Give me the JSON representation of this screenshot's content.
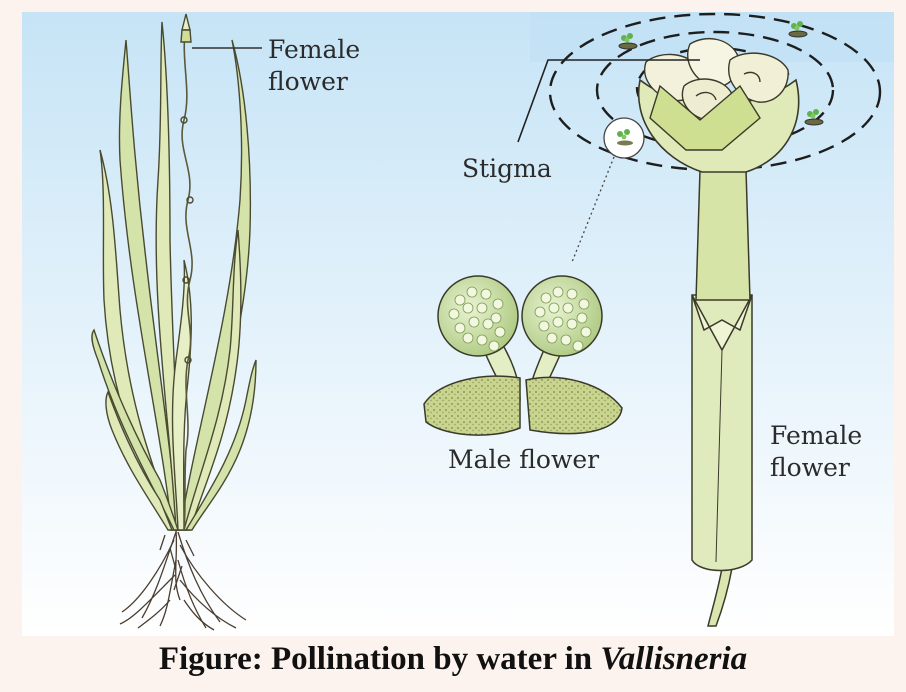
{
  "labels": {
    "female_flower_top_line1": "Female",
    "female_flower_top_line2": "flower",
    "stigma": "Stigma",
    "male_flower": "Male flower",
    "female_flower_right_line1": "Female",
    "female_flower_right_line2": "flower"
  },
  "caption": {
    "prefix": "Figure: Pollination by water in ",
    "genus": "Vallisneria"
  },
  "colors": {
    "water_top": "#c9e6f7",
    "water_bottom": "#ffffff",
    "leaf": "#cfe0a6",
    "leaf_light": "#e4eec4",
    "outline": "#3a3a2a",
    "pollen": "#bfd99a",
    "anther": "#c8d58a",
    "roots": "#5a4a3a"
  }
}
